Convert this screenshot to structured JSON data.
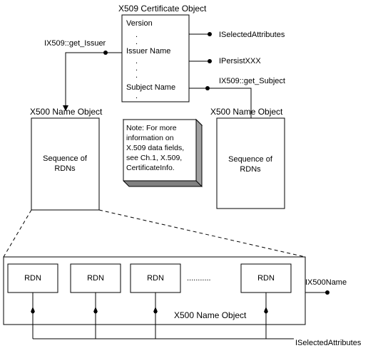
{
  "cert": {
    "title": "X509 Certificate Object",
    "version": "Version",
    "issuer_name": "Issuer Name",
    "subject_name": "Subject Name",
    "vdots": "."
  },
  "interfaces": {
    "selected_attributes": "ISelectedAttributes",
    "persist": "IPersistXXX",
    "get_issuer": "IX509::get_Issuer",
    "get_subject": "IX509::get_Subject",
    "x500name": "IX500Name",
    "selected_attributes_bottom": "ISelectedAttributes"
  },
  "left_name": {
    "title": "X500 Name Object",
    "body_line1": "Sequence of",
    "body_line2": "RDNs"
  },
  "right_name": {
    "title": "X500 Name Object",
    "body_line1": "Sequence of",
    "body_line2": "RDNs"
  },
  "note": {
    "line1": "Note: For more",
    "line2": "information on",
    "line3": "X.509 data fields,",
    "line4": "see Ch.1, X.509,",
    "line5": "CertificateInfo."
  },
  "expanded": {
    "title": "X500 Name Object",
    "rdn1": "RDN",
    "rdn2": "RDN",
    "rdn3": "RDN",
    "rdn4": "RDN",
    "ellipsis": "..........."
  }
}
